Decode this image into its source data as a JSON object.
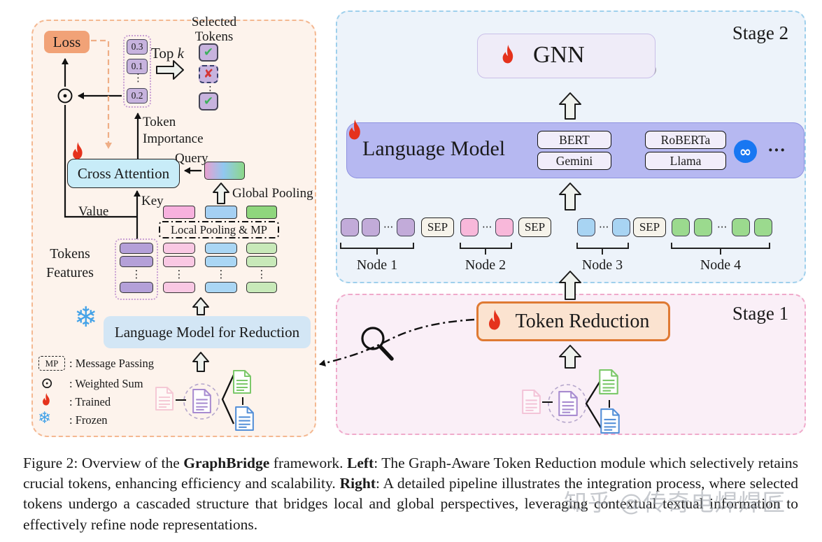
{
  "colors": {
    "left_panel_bg": "#fdf3ec",
    "left_panel_border": "#f4b891",
    "stage2_bg": "#edf3fa",
    "stage2_border": "#9fd0ec",
    "stage1_bg": "#faeff7",
    "stage1_border": "#f0aacb",
    "loss_fill": "#f1a277",
    "cross_attention_fill": "#c8ecf8",
    "lm_reduction_fill": "#d3e6f5",
    "language_model_fill": "#b6b8f1",
    "gnn_fill": "#efecf8",
    "token_reduction_fill": "#fbe3d0",
    "token_reduction_border": "#df7a33",
    "token_purple": "#c2abd9",
    "token_pink": "#f8b8da",
    "token_blue": "#a8d4f3",
    "token_green": "#9bda8e",
    "flame": "#e5321c",
    "snowflake": "#45a3e8",
    "check_green": "#3db05c",
    "cross_red": "#d43535",
    "meta_blue": "#1877f2",
    "watermark_gray": "#9ba0a8"
  },
  "left_panel": {
    "loss": "Loss",
    "selected_tokens_line1": "Selected",
    "selected_tokens_line2": "Tokens",
    "topk_prefix": "Top",
    "topk_k": "k",
    "scores": [
      "0.3",
      "0.1",
      "0.2"
    ],
    "token_importance_line1": "Token",
    "token_importance_line2": "Importance",
    "cross_attention": "Cross Attention",
    "query": "Query",
    "key": "Key",
    "value": "Value",
    "global_pooling": "Global Pooling",
    "local_pooling": "Local Pooling & MP",
    "tokens_features_line1": "Tokens",
    "tokens_features_line2": "Features",
    "lm_reduction": "Language Model for Reduction",
    "legend": {
      "mp_symbol": "MP",
      "mp": ": Message Passing",
      "weighted_sum": ": Weighted Sum",
      "trained": ": Trained",
      "frozen": ": Frozen"
    }
  },
  "stage2": {
    "label": "Stage 2",
    "gnn": "GNN",
    "language_model": "Language Model",
    "models": [
      "BERT",
      "Gemini",
      "RoBERTa",
      "Llama"
    ],
    "ellipsis": "···",
    "sep": "SEP",
    "nodes": [
      "Node 1",
      "Node 2",
      "Node 3",
      "Node 4"
    ]
  },
  "stage1": {
    "label": "Stage 1",
    "token_reduction": "Token Reduction"
  },
  "caption": {
    "fig": "Figure 2: ",
    "p1": "Overview of the ",
    "b1": "GraphBridge",
    "p2": " framework. ",
    "b2": "Left",
    "p3": ": The Graph-Aware Token Reduction module which selectively retains crucial tokens, enhancing efficiency and scalability. ",
    "b3": "Right",
    "p4": ": A detailed pipeline illustrates the integration process, where selected tokens undergo a cascaded structure that bridges local and global perspectives, leveraging contextual textual information to effectively refine node representations."
  },
  "watermark": "知乎 @传奇电焊焊匠",
  "symbols": {
    "vdots": "⋮",
    "hdots": "···",
    "check": "✔",
    "cross": "✘",
    "snowflake": "❄",
    "weighted_sum": "⊙",
    "meta_infinity": "∞"
  }
}
